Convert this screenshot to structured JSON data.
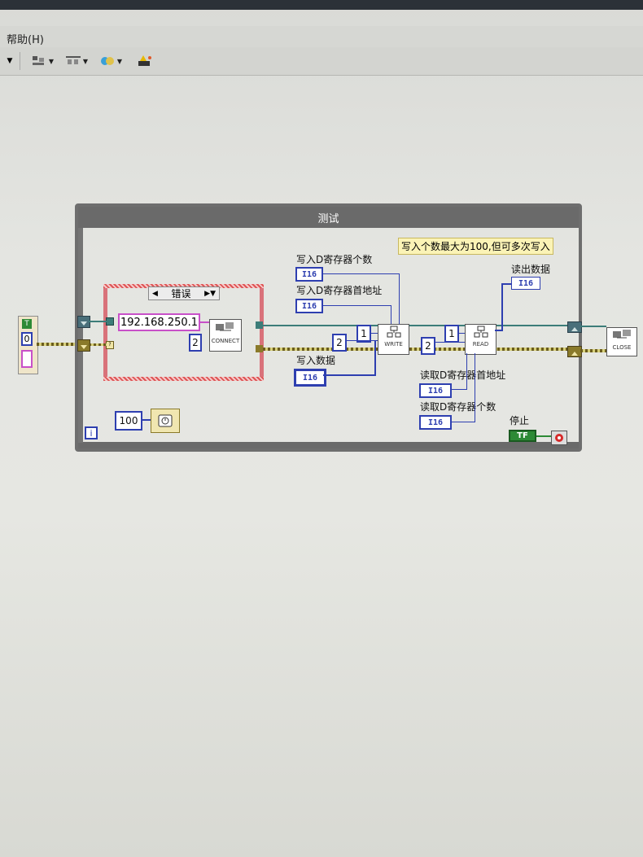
{
  "menu": {
    "help": "帮助(H)"
  },
  "toolbar": {
    "items": [
      "dropdown",
      "align-objects",
      "distribute-objects",
      "reorder",
      "cleanup-diagram"
    ]
  },
  "loop": {
    "title": "测试",
    "iteration_label": "i"
  },
  "note": {
    "text": "写入个数最大为100,但可多次写入"
  },
  "left_cluster": {
    "top": "T",
    "value": "0"
  },
  "case_structure": {
    "selector": "错误",
    "ip": "192.168.250.1",
    "const": "2",
    "connect_label": "CONNECT"
  },
  "labels": {
    "write_count": "写入D寄存器个数",
    "write_addr": "写入D寄存器首地址",
    "write_data": "写入数据",
    "read_data": "读出数据",
    "read_addr": "读取D寄存器首地址",
    "read_count": "读取D寄存器个数",
    "stop": "停止"
  },
  "indicators": {
    "type": "I16",
    "bool": "TF"
  },
  "constants": {
    "two_a": "2",
    "one_a": "1",
    "two_b": "2",
    "one_b": "1",
    "wait": "100"
  },
  "subvis": {
    "write": "WRITE",
    "read": "READ",
    "close": "CLOSE"
  }
}
